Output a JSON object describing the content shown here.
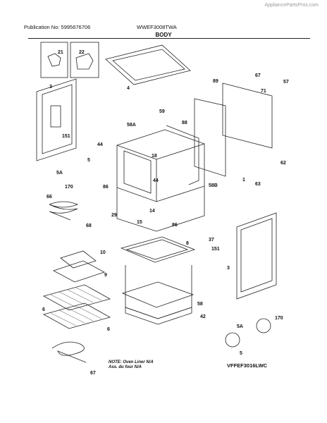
{
  "header": {
    "watermark": "AppliancePartsPros.com",
    "publication": "Publication No: 5995676706",
    "model": "WWEF3008TWA",
    "section_title": "BODY"
  },
  "diagram_code": "VFFEF3016LWC",
  "note": {
    "line1": "NOTE: Oven Liner N/A",
    "line2": "Ass. du four N/A"
  },
  "callouts": {
    "c21": "21",
    "c22": "22",
    "c4": "4",
    "c3_top": "3",
    "c151_top": "151",
    "c59": "59",
    "c58A": "58A",
    "c88": "88",
    "c89": "89",
    "c67_top": "67",
    "c71": "71",
    "c57": "57",
    "c44_left": "44",
    "c5_left": "5",
    "c18": "18",
    "c5A_left": "5A",
    "c170_left": "170",
    "c86_left": "86",
    "c44_mid": "44",
    "c58B": "58B",
    "c1": "1",
    "c62": "62",
    "c63": "63",
    "c66": "66",
    "c14": "14",
    "c29": "29",
    "c15": "15",
    "c68": "68",
    "c86_right": "86",
    "c37": "37",
    "c151_bot": "151",
    "c10": "10",
    "c8": "8",
    "c9": "9",
    "c3_bot": "3",
    "c6_a": "6",
    "c6_b": "6",
    "c58": "58",
    "c42": "42",
    "c5A_bot": "5A",
    "c5_bot": "5",
    "c170_bot": "170",
    "c67_bot": "67"
  }
}
